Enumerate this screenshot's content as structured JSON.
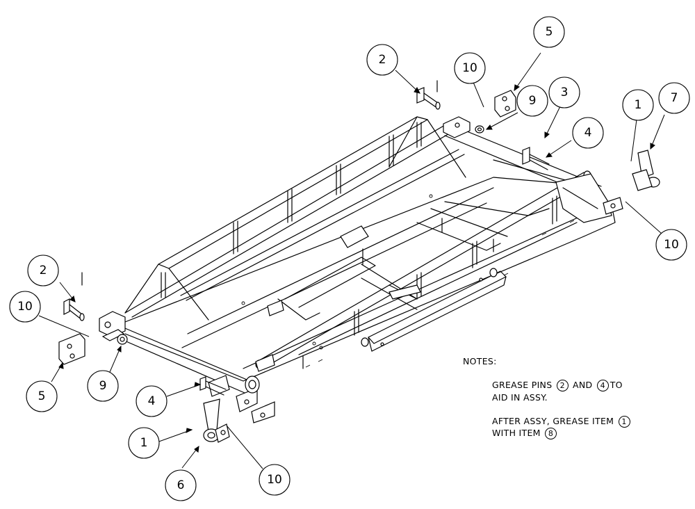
{
  "callouts": [
    {
      "id": "c2a",
      "text": "2"
    },
    {
      "id": "c10a",
      "text": "10"
    },
    {
      "id": "c5a",
      "text": "5"
    },
    {
      "id": "c9a",
      "text": "9"
    },
    {
      "id": "c3",
      "text": "3"
    },
    {
      "id": "c4a",
      "text": "4"
    },
    {
      "id": "c1a",
      "text": "1"
    },
    {
      "id": "c7",
      "text": "7"
    },
    {
      "id": "c10b",
      "text": "10"
    },
    {
      "id": "c2b",
      "text": "2"
    },
    {
      "id": "c10c",
      "text": "10"
    },
    {
      "id": "c5b",
      "text": "5"
    },
    {
      "id": "c9b",
      "text": "9"
    },
    {
      "id": "c4b",
      "text": "4"
    },
    {
      "id": "c1b",
      "text": "1"
    },
    {
      "id": "c6",
      "text": "6"
    },
    {
      "id": "c10d",
      "text": "10"
    }
  ],
  "notes": {
    "header": "NOTES:",
    "note1": {
      "pre": "GREASE PINS",
      "ref1": "2",
      "mid": "AND",
      "ref2": "4",
      "post": "TO",
      "line2": "AID IN ASSY."
    },
    "note2": {
      "pre": "AFTER ASSY, GREASE ITEM",
      "ref1": "1",
      "line2pre": "WITH ITEM",
      "ref2": "8"
    }
  }
}
